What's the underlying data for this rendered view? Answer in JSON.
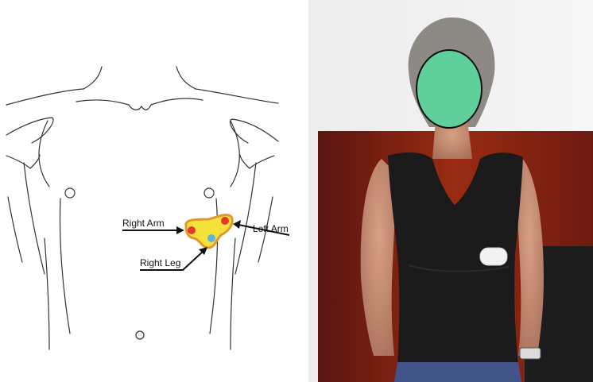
{
  "diagram": {
    "labels": {
      "right_arm": "Right Arm",
      "left_arm": "Left Arm",
      "right_leg": "Right Leg"
    },
    "electrode_colors": {
      "patch": "#f4e23a",
      "patch_outline": "#e4962c",
      "right_arm": "#e23a2e",
      "left_arm": "#e23a2e",
      "right_leg": "#5db4dc"
    }
  },
  "photo": {
    "face_mask_color": "#5fd09b",
    "shirt_color": "#1a1a1a",
    "background_red": "#7a1f12",
    "device_color": "#f2f2f2"
  }
}
